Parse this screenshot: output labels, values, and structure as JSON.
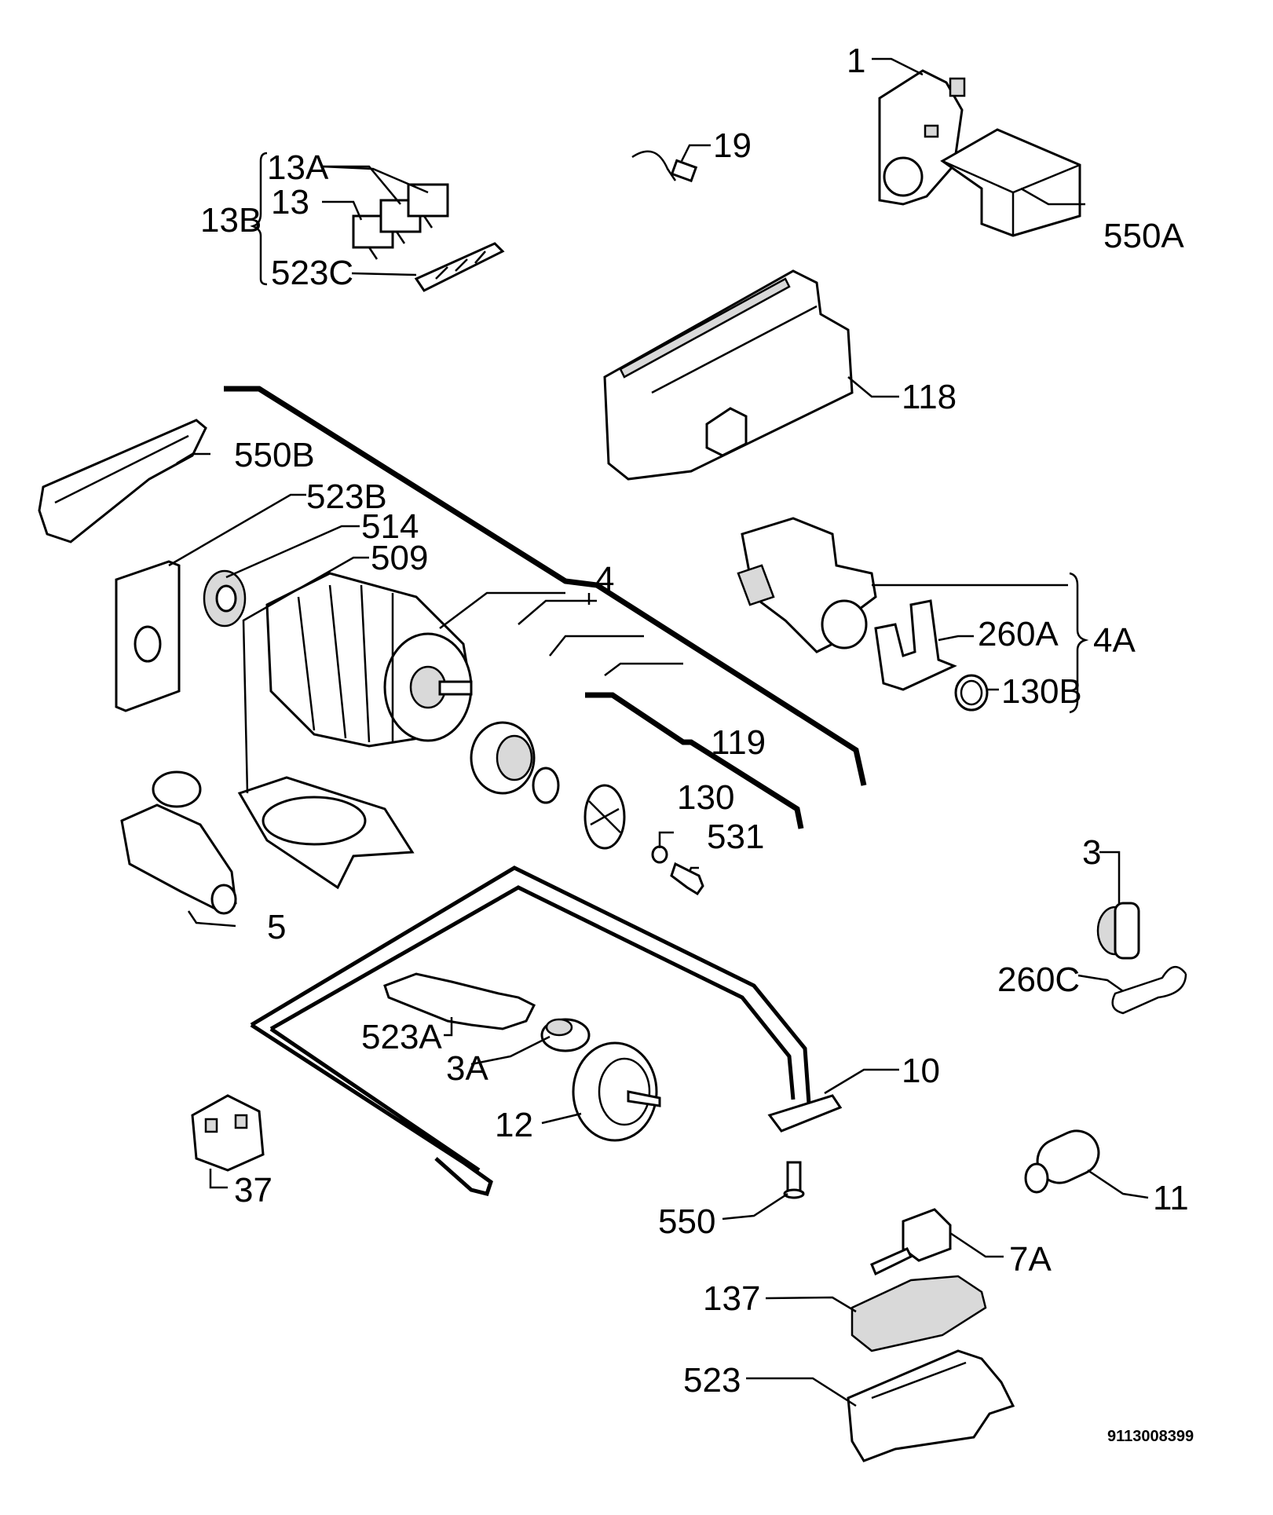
{
  "document_number": "9113008399",
  "labels": {
    "p1": "1",
    "p19": "19",
    "p550A": "550A",
    "p13A": "13A",
    "p13": "13",
    "p13B": "13B",
    "p523C": "523C",
    "p118": "118",
    "p550B": "550B",
    "p523B": "523B",
    "p514": "514",
    "p509": "509",
    "p4": "4",
    "p260A": "260A",
    "p4A": "4A",
    "p130B": "130B",
    "p119": "119",
    "p130": "130",
    "p531": "531",
    "p5": "5",
    "p3": "3",
    "p260C": "260C",
    "p523A": "523A",
    "p3A": "3A",
    "p10": "10",
    "p12": "12",
    "p37": "37",
    "p11": "11",
    "p550": "550",
    "p7A": "7A",
    "p137": "137",
    "p523": "523"
  }
}
